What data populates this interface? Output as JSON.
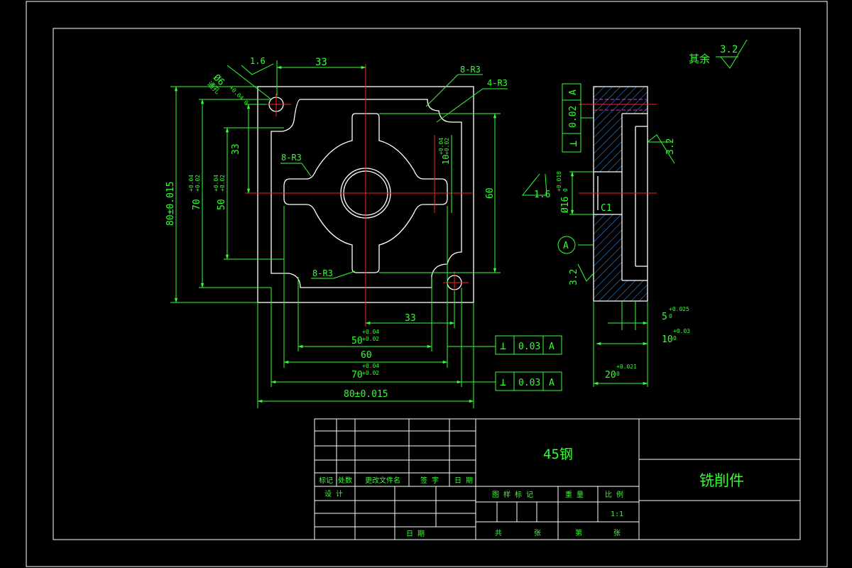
{
  "drawing": {
    "colors": {
      "background": "#000000",
      "outline": "#ffffff",
      "dimension": "#33ff33",
      "centerline": "#ff2222",
      "hatch": "#3aa0ff",
      "hidden": "#cc44cc"
    },
    "roughness_note": {
      "label": "其余",
      "value": "3.2"
    },
    "front_view": {
      "dims_top": {
        "d33": "33"
      },
      "hole_note": {
        "dia": "Ø6",
        "tol_up": "+0.04",
        "tol_low": "0",
        "tol_combo": "+0.04 0",
        "through": "通孔",
        "roughness": "1.6"
      },
      "callouts": [
        "8-R3",
        "4-R3",
        "8-R3",
        "8-R3"
      ],
      "dims_left": [
        "80±0.015",
        "70",
        "+0.04",
        "+0.02",
        "50",
        "+0.04",
        "+0.02",
        "33"
      ],
      "dims_right": {
        "slot": "10",
        "slot_tol_up": "+0.04",
        "slot_tol_low": "+0.02",
        "d60": "60"
      },
      "dims_bottom": {
        "d33": "33",
        "d50": "50",
        "d50_up": "+0.04",
        "d50_low": "+0.02",
        "d60": "60",
        "d70": "70",
        "d70_up": "+0.04",
        "d70_low": "+0.02",
        "d80": "80±0.015"
      },
      "tolerance_frames": [
        {
          "symbol": "⊥",
          "value": "0.03",
          "datum": "A"
        },
        {
          "symbol": "⊥",
          "value": "0.03",
          "datum": "A"
        }
      ]
    },
    "side_view": {
      "tolerance_frame": {
        "symbol": "⊥",
        "value": "0.02",
        "datum": "A"
      },
      "roughness_right": "3.2",
      "roughness_left": "1.6",
      "bore": {
        "dia": "Ø16",
        "tol_up": "+0.018",
        "tol_low": "0"
      },
      "chamfer": "C1",
      "datum": "A",
      "roughness_bottom": "3.2",
      "dims": {
        "d5": "5",
        "d5_up": "+0.025",
        "d5_low": "0",
        "d10": "10",
        "d10_up": "+0.03",
        "d10_low": "0",
        "d20": "20",
        "d20_up": "+0.021",
        "d20_low": "0"
      }
    },
    "title_block": {
      "material": "45钢",
      "part_name": "铣削件",
      "rev_headers": [
        "标记",
        "处数",
        "更改文件名",
        "签 字",
        "日 期"
      ],
      "design": "设 计",
      "date": "日 期",
      "mid_headers": [
        "图 样 标 记",
        "重 量",
        "比 例"
      ],
      "scale": "1:1",
      "sheets": [
        "共",
        "张",
        "第",
        "张"
      ]
    }
  }
}
